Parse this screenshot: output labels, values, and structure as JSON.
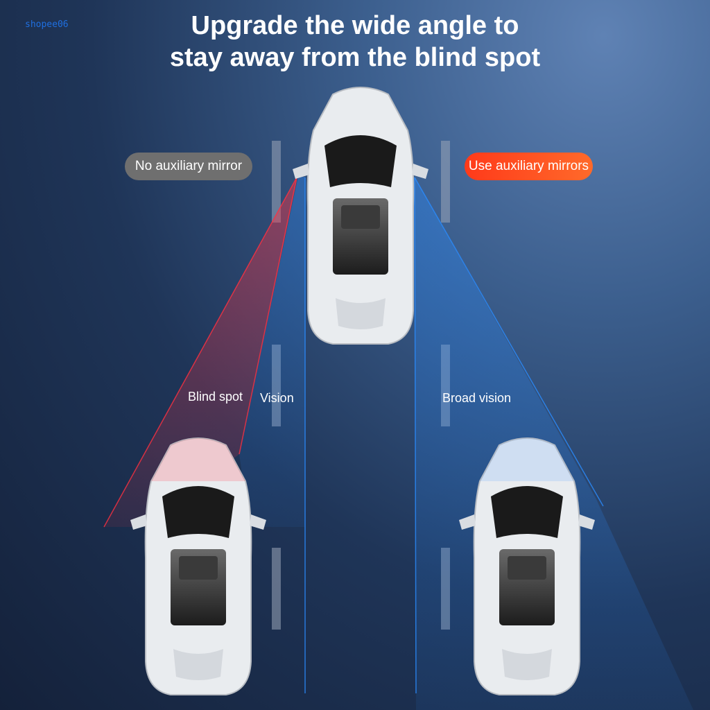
{
  "watermark": "shopee06",
  "headline": {
    "line1": "Upgrade the wide angle to",
    "line2": "stay away from the blind spot"
  },
  "labels": {
    "left_pill": "No auxiliary mirror",
    "right_pill": "Use auxiliary mirrors",
    "blind_spot": "Blind spot",
    "vision": "Vision",
    "broad_vision": "Broad vision"
  },
  "colors": {
    "blind_beam": "#ff2a3a",
    "vision_beam": "#2a8cff",
    "left_pill": "#6f6f6f",
    "right_pill": "#ff4a20"
  }
}
